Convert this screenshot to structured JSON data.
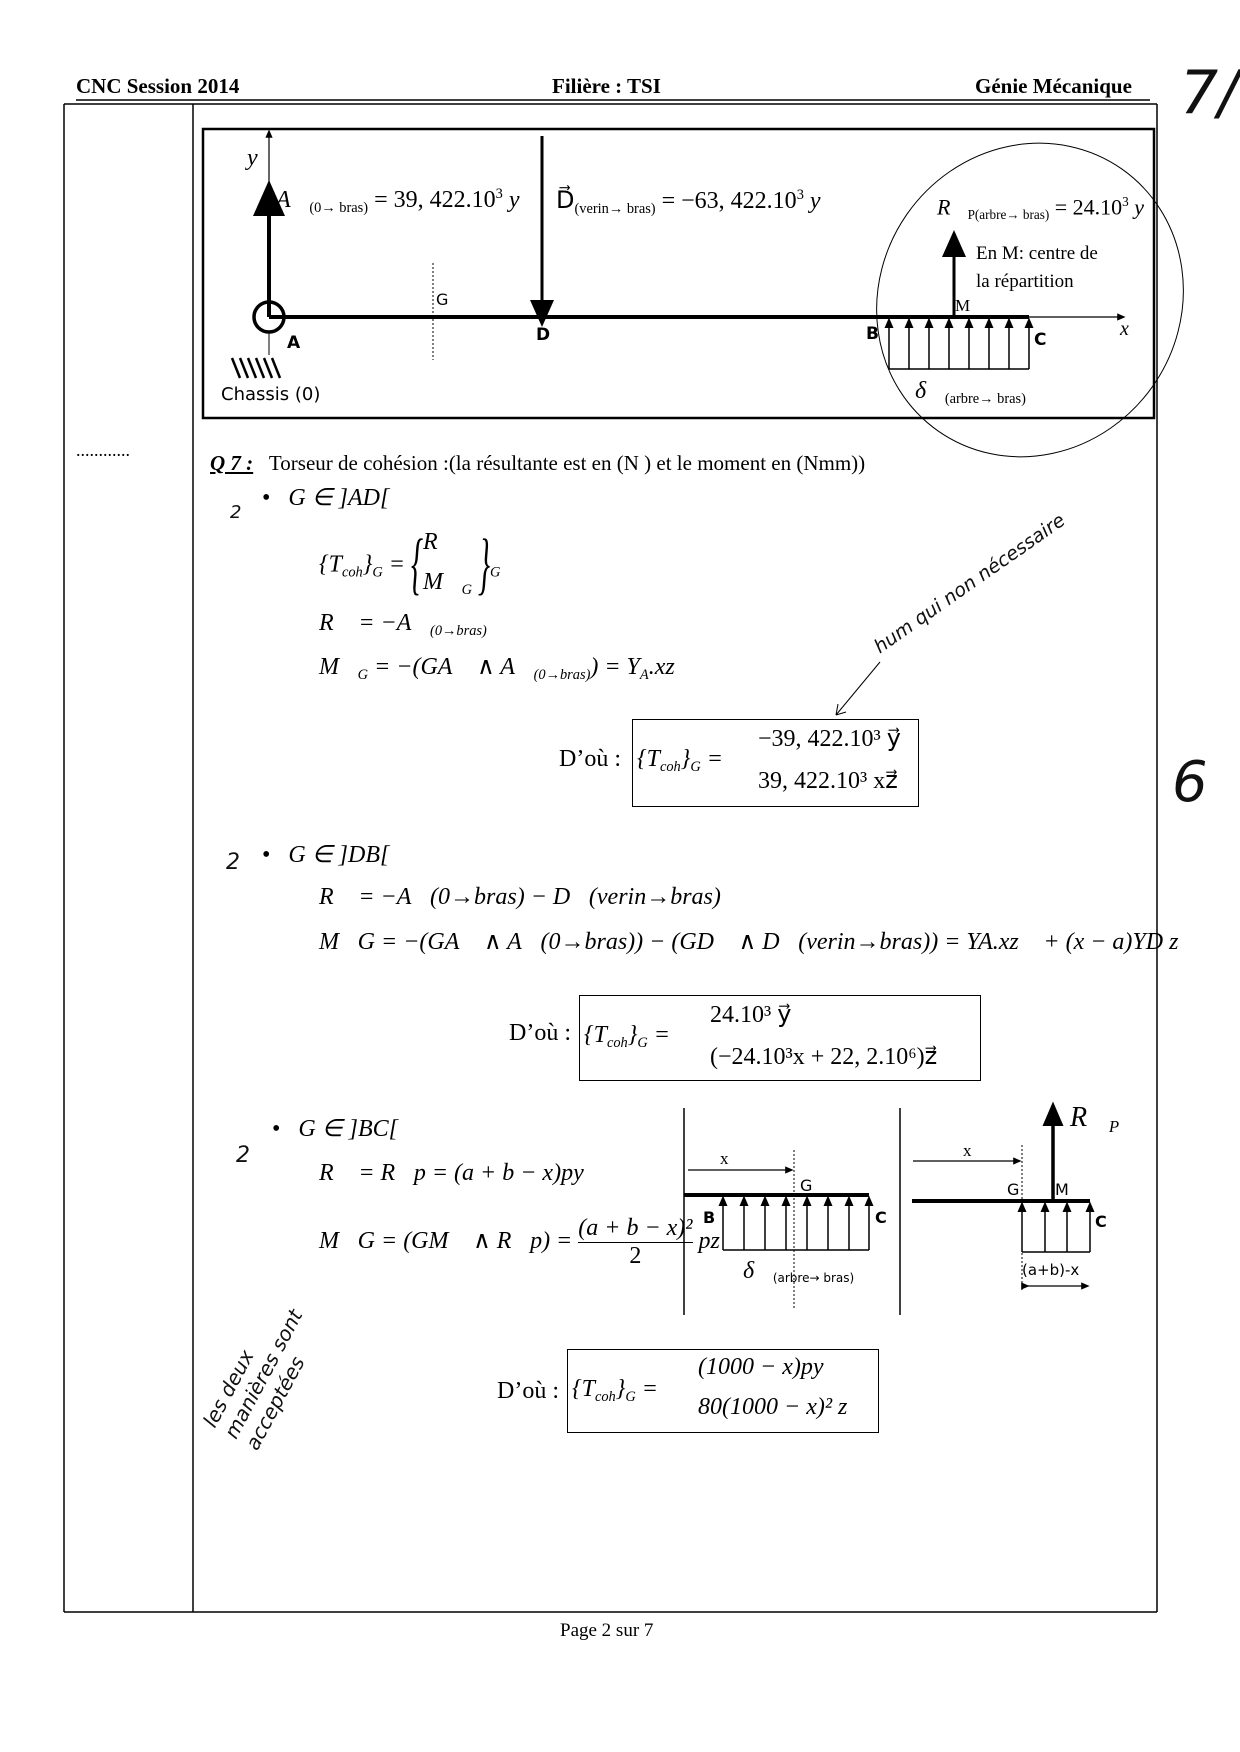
{
  "header": {
    "left": "CNC Session 2014",
    "center": "Filière : TSI",
    "right": "Génie Mécanique"
  },
  "margin_dots": "............",
  "diagram": {
    "y_axis": "y⃗",
    "x_axis": "x⃗",
    "A_label": "A",
    "D_label": "D",
    "G_label": "G",
    "B_label": "B",
    "C_label": "C",
    "M_label": "M",
    "chassis": "Chassis (0)",
    "A_force": {
      "sym": "A⃗",
      "sub": "(0→ bras)",
      "eq": "= 39, 422.10",
      "exp": "3",
      "vec": " y⃗"
    },
    "D_force": {
      "sym": "D⃗",
      "sub": "(verin→ bras)",
      "eq": "= −63, 422.10",
      "exp": "3",
      "vec": " y⃗"
    },
    "R_force": {
      "sym": "R⃗",
      "sub": "P(arbre→ bras)",
      "eq": "= 24.10",
      "exp": "3",
      "vec": " y⃗"
    },
    "note1": "En M: centre de",
    "note2": "la  répartition",
    "delta": {
      "sym": "δ⃗",
      "sub": "(arbre→ bras)"
    }
  },
  "q7": {
    "label": "Q 7 :",
    "text": "Torseur de cohésion :(la résultante est en (N ) et le moment en (Nmm))"
  },
  "s1": {
    "domain": "G ∈ ]AD[",
    "torseur_lhs": "{T",
    "coh": "coh",
    "G": "G",
    "R": "R⃗",
    "MG": "M⃗",
    "R_line": "R⃗ = −A⃗",
    "R_sub": "(0→bras)",
    "M_line_a": "M⃗",
    "M_line_b": " = −(GA⃗ ∧ A⃗",
    "M_line_c": "(0→bras)",
    "M_line_d": ") = Y",
    "M_line_e": "A",
    "M_line_f": ".xz⃗",
    "dou": "D’où :",
    "top": "−39, 422.10³ y⃗",
    "bottom": "39, 422.10³ xz⃗"
  },
  "s2": {
    "domain": "G ∈ ]DB[",
    "R_line": "R⃗ = −A⃗(0→bras) − D⃗(verin→bras)",
    "M_line": "M⃗G = −(GA⃗ ∧ A⃗(0→bras)) − (GD⃗ ∧ D⃗(verin→bras)) = YA.xz⃗ + (x − a)YD z⃗",
    "dou": "D’où :",
    "top": "24.10³ y⃗",
    "bottom": "(−24.10³x + 22, 2.10⁶)z⃗"
  },
  "s3": {
    "domain": "G ∈ ]BC[",
    "R_line": "R⃗ = R⃗p = (a + b − x)py⃗",
    "M_lhs": "M⃗G = (GM⃗ ∧ R⃗p) =",
    "num": "(a + b − x)²",
    "den": "2",
    "M_rhs": "pz⃗",
    "dou": "D’où :",
    "top": "(1000 − x)py⃗",
    "bottom": "80(1000 − x)² z⃗",
    "fig1": {
      "x": "x",
      "G": "G",
      "B": "B",
      "C": "C",
      "delta": "δ⃗",
      "delta_sub": "(arbre→ bras)"
    },
    "fig2": {
      "x": "x",
      "G": "G",
      "M": "M",
      "C": "C",
      "Rp": "R⃗",
      "Rp_sub": "P",
      "len": "(a+b)-x"
    }
  },
  "handwritten": {
    "score_total": "7/",
    "score_part": "6",
    "mark1": "2",
    "mark2": "2",
    "mark3": "2",
    "note_top": "hum qui non nécessaire",
    "note_side": "les deux manières sont acceptées"
  },
  "footer": "Page 2 sur 7"
}
